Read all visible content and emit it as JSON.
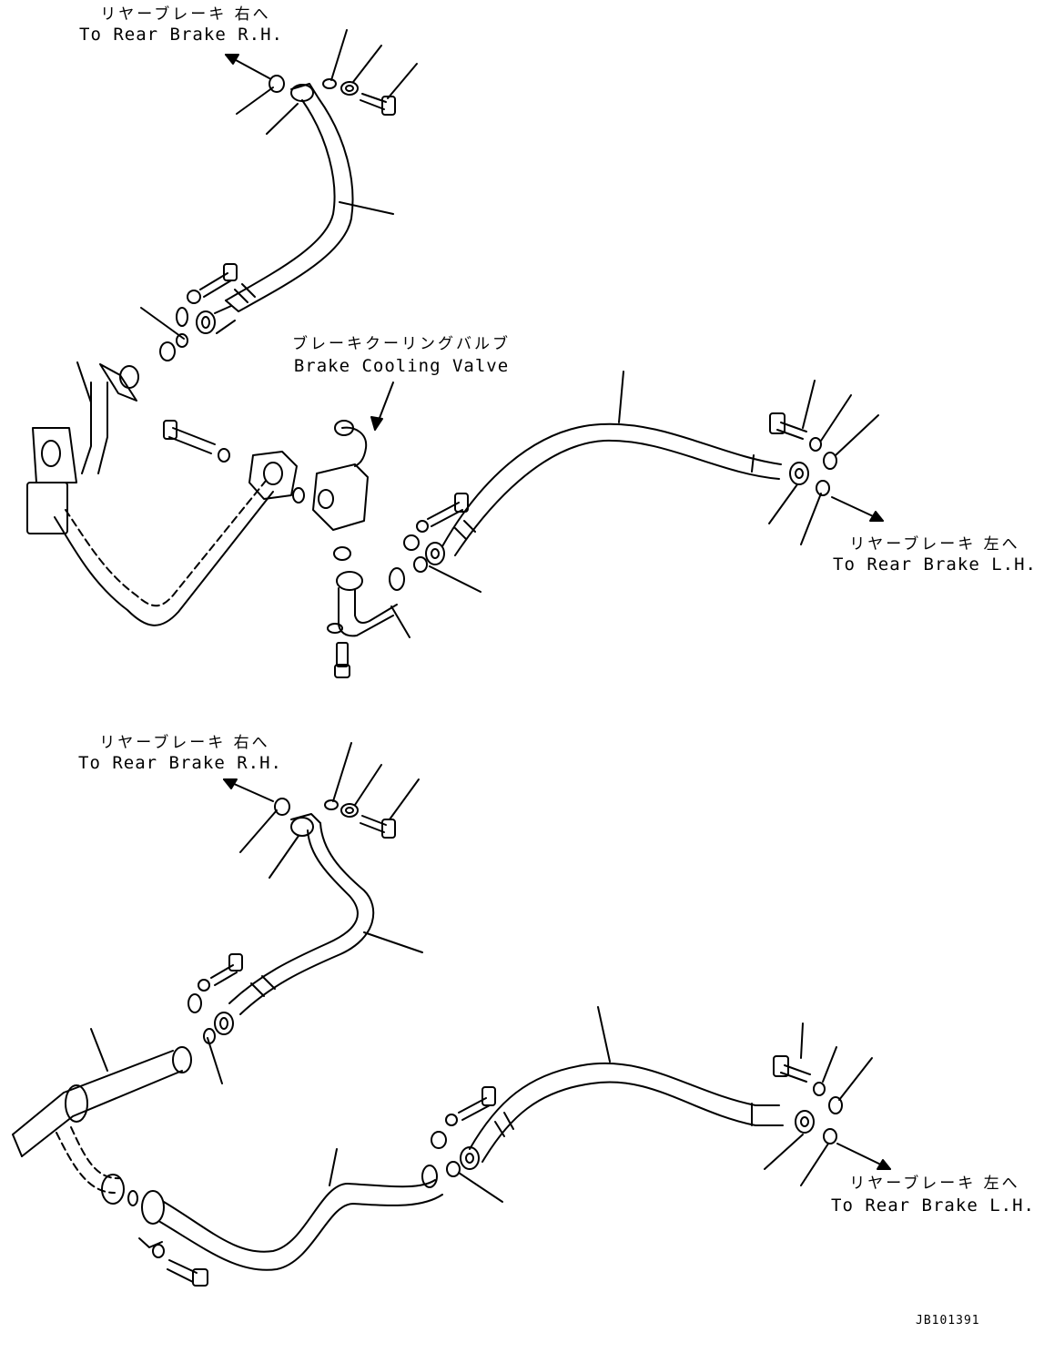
{
  "labels": {
    "top_rh_jp": "リヤーブレーキ 右へ",
    "top_rh_en": "To Rear Brake R.H.",
    "valve_jp": "ブレーキクーリングバルブ",
    "valve_en": "Brake Cooling Valve",
    "top_lh_jp": "リヤーブレーキ 左へ",
    "top_lh_en": "To Rear Brake L.H.",
    "bot_rh_jp": "リヤーブレーキ 右へ",
    "bot_rh_en": "To Rear Brake R.H.",
    "bot_lh_jp": "リヤーブレーキ 左へ",
    "bot_lh_en": "To Rear Brake L.H.",
    "drawing_code": "JB101391"
  }
}
